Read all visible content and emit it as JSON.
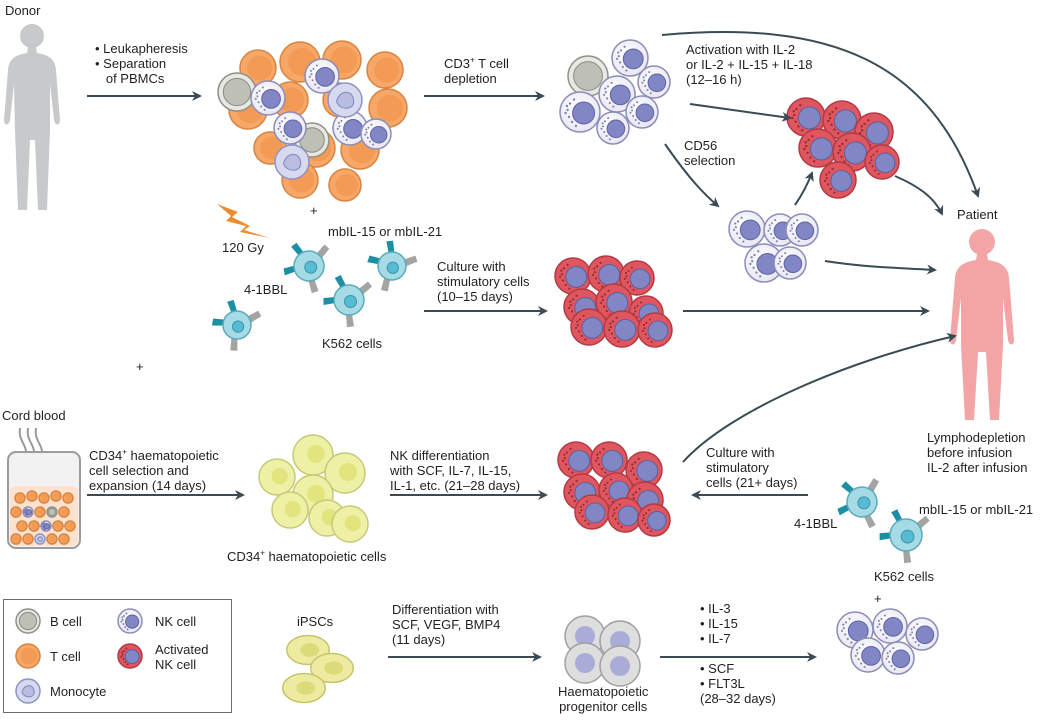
{
  "labels": {
    "donor": "Donor",
    "patient": "Patient",
    "cord_blood": "Cord blood",
    "ipscs": "iPSCs",
    "plus1": "+",
    "plus2": "+",
    "plus3": "+",
    "gy": "120 Gy",
    "mbil_top": "mbIL-15 or mbIL-21",
    "mbil_right": "mbIL-15 or mbIL-21",
    "bbl_top": "4-1BBL",
    "bbl_right": "4-1BBL",
    "k562_top": "K562 cells",
    "k562_right": "K562 cells",
    "cd34_cells": "CD34",
    "cd34_cells_rest": " haematopoietic cells",
    "hpc_line1": "Haematopoietic",
    "hpc_line2": "progenitor cells",
    "lympho_1": "Lymphodepletion",
    "lympho_2": "before infusion",
    "lympho_3": "IL-2 after infusion"
  },
  "steps": {
    "leuka_1": "Leukapheresis",
    "leuka_2": "Separation",
    "leuka_3": "of PBMCs",
    "cd3_1": "CD3",
    "cd3_1b": " T cell",
    "cd3_2": "depletion",
    "act_1": "Activation with IL-2",
    "act_2": "or IL-2 + IL-15 + IL-18",
    "act_3": "(12–16 h)",
    "cd56_1": "CD56",
    "cd56_2": "selection",
    "cult_1": "Culture with",
    "cult_2": "stimulatory cells",
    "cult_3": "(10–15 days)",
    "cd34_1": "CD34",
    "cd34_1b": " haematopoietic",
    "cd34_2": "cell selection and",
    "cd34_3": "expansion (14 days)",
    "nkdiff_1": "NK differentiation",
    "nkdiff_2": "with SCF, IL-7, IL-15,",
    "nkdiff_3": "IL-1, etc. (21–28 days)",
    "cult2_1": "Culture with",
    "cult2_2": "stimulatory",
    "cult2_3": "cells  (21+ days)",
    "ipsc_1": "Differentiation with",
    "ipsc_2": "SCF, VEGF, BMP4",
    "ipsc_3": "(11 days)",
    "il3": "IL-3",
    "il15": "IL-15",
    "il7": "IL-7",
    "scf": "SCF",
    "flt3l": "FLT3L",
    "days_28": "(28–32 days)"
  },
  "legend": {
    "b_cell": "B cell",
    "t_cell": "T cell",
    "monocyte": "Monocyte",
    "nk_cell": "NK cell",
    "act_nk_1": "Activated",
    "act_nk_2": "NK cell"
  },
  "colors": {
    "human_grey": "#c8c9ca",
    "human_pink": "#f3a4a5",
    "b_cell": "#bebfb5",
    "t_cell": "#f7a868",
    "monocyte": "#b9bde0",
    "nk_nucleus": "#8087c4",
    "act_nk": "#e0565f",
    "cd34": "#eef0a6",
    "ipsc": "#eceba0",
    "hpc": "#cfcfcf",
    "k562": "#a6dbe6",
    "receptor_teal": "#1d8fa5",
    "receptor_grey": "#a4a5a0",
    "bolt": "#ee8b2c",
    "arrow": "#3a4b55"
  }
}
